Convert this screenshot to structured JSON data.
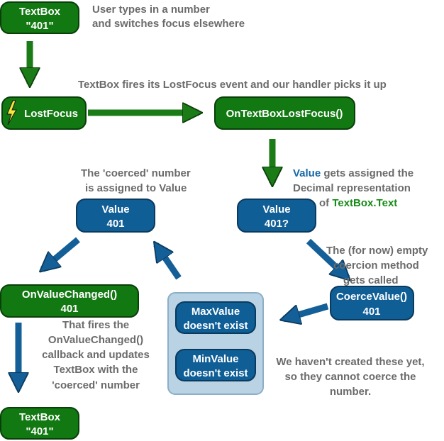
{
  "colors": {
    "green_fill": "#127812",
    "green_stroke": "#0a3f0a",
    "blue_fill": "#0f5e96",
    "blue_stroke": "#0a3a5e",
    "green_arrow": "#1b7b17",
    "blue_arrow": "#145f97",
    "group_fill": "#b9d3e4",
    "group_stroke": "#8aafc8",
    "caption_text": "#6b6b6b",
    "highlight_blue": "#1667a6",
    "highlight_green": "#178b17"
  },
  "nodes": {
    "textbox_top": {
      "line1": "TextBox",
      "line2": "\"401\""
    },
    "lostfocus": {
      "label": "LostFocus",
      "icon": "lightning-bolt-icon"
    },
    "handler": {
      "label": "OnTextBoxLostFocus()"
    },
    "value_pending": {
      "line1": "Value",
      "line2": "401?"
    },
    "coerce": {
      "line1": "CoerceValue()",
      "line2": "401"
    },
    "maxvalue": {
      "line1": "MaxValue",
      "line2": "doesn't exist"
    },
    "minvalue": {
      "line1": "MinValue",
      "line2": "doesn't exist"
    },
    "value_final": {
      "line1": "Value",
      "line2": "401"
    },
    "changed": {
      "line1": "OnValueChanged()",
      "line2": "401"
    },
    "textbox_bottom": {
      "line1": "TextBox",
      "line2": "\"401\""
    }
  },
  "captions": {
    "user_input": [
      "User types in a number",
      "and switches focus elsewhere"
    ],
    "lostfocus_fired": "TextBox fires its LostFocus event and our handler picks it up",
    "value_assigned": {
      "line1_highlight": "Value",
      "line1_rest": " gets assigned the",
      "line2": "Decimal representation",
      "line3_prefix": "of ",
      "line3_highlight": "TextBox.Text"
    },
    "coercion_called": [
      "The (for now) empty",
      "coercion method",
      "gets called"
    ],
    "coerced_assigned": [
      "The 'coerced' number",
      "is assigned to Value"
    ],
    "callback_fired": [
      "That fires the",
      "OnValueChanged()",
      "callback and updates",
      "TextBox with the",
      "'coerced' number"
    ],
    "not_created": [
      "We haven't created these yet,",
      "so they cannot coerce the",
      "number."
    ]
  }
}
